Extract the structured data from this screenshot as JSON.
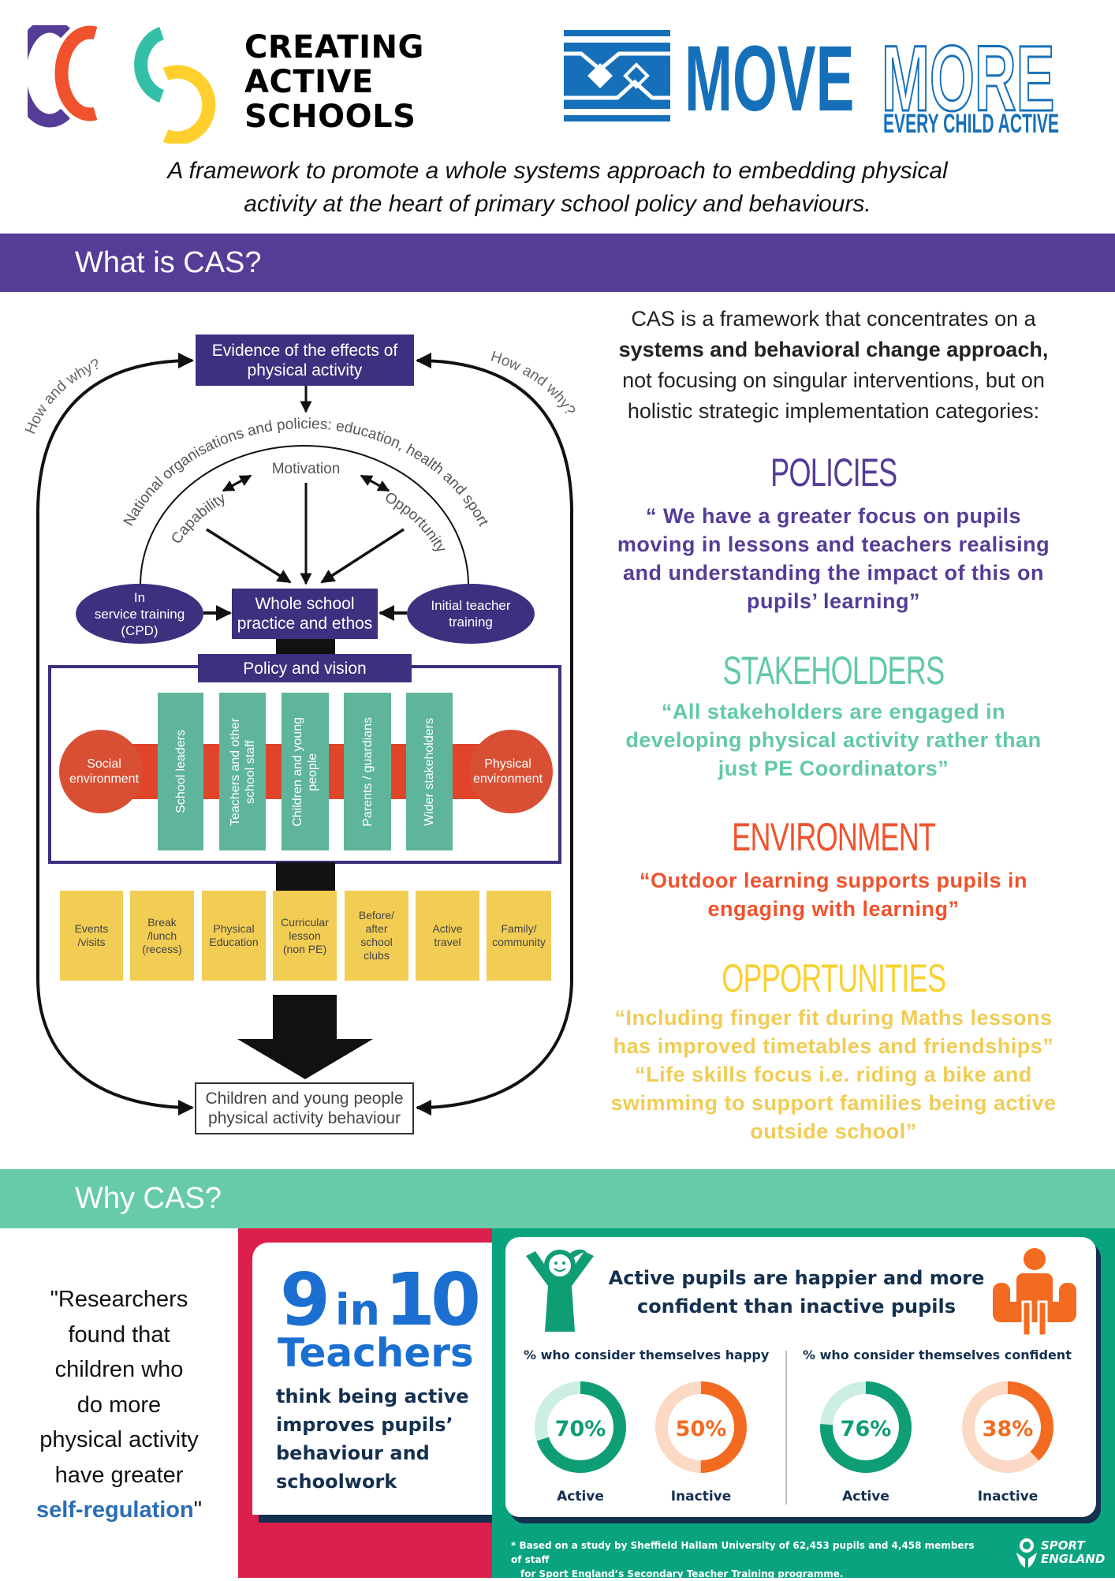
{
  "header": {
    "cas_logo_lines": [
      "CREATING",
      "ACTIVE",
      "SCHOOLS"
    ],
    "move_more": {
      "word1": "MOVE",
      "word2": "MORE",
      "tagline": "EVERY CHILD ACTIVE"
    },
    "subtitle_lines": [
      "A framework to promote a whole systems approach to embedding physical",
      "activity at the heart of primary school policy and behaviours."
    ]
  },
  "what_section": {
    "title": "What is CAS?",
    "color": "#553c96",
    "intro_lines": [
      "CAS is a framework that concentrates on a",
      "systems and behavioral change approach,",
      "not focusing on singular interventions, but on",
      "holistic strategic implementation categories:"
    ],
    "categories": [
      {
        "heading": "POLICIES",
        "color": "#553c96",
        "quote_lines": [
          "“ We have a greater focus on pupils",
          "moving in lessons and teachers realising",
          "and understanding the impact of this on",
          "pupils’ learning”"
        ]
      },
      {
        "heading": "STAKEHOLDERS",
        "color": "#62c9a5",
        "quote_lines": [
          "“All stakeholders are engaged in",
          "developing physical activity rather than",
          "just PE Coordinators”"
        ]
      },
      {
        "heading": "ENVIRONMENT",
        "color": "#f0522d",
        "quote_lines": [
          "“Outdoor learning supports pupils in",
          "engaging with learning”"
        ]
      },
      {
        "heading": "OPPORTUNITIES",
        "color": "#f8d12f",
        "quote_color": "#f0cc55",
        "quote_lines": [
          "“Including finger fit during Maths lessons",
          "has improved timetables and friendships”",
          "“Life skills focus i.e. riding a bike and",
          "swimming to support families being active",
          "outside school”"
        ]
      }
    ]
  },
  "diagram": {
    "evidence": "Evidence of the effects of\nphysical activity",
    "how_why": "How and why?",
    "arc_text": "National organisations and policies: education, health and sport",
    "capability": "Capability",
    "motivation": "Motivation",
    "opportunity": "Opportunity",
    "in_service": "In\nservice training\n(CPD)",
    "whole_school": "Whole school\npractice and ethos",
    "initial_teacher": "Initial teacher\ntraining",
    "policy": "Policy and vision",
    "social_env": "Social\nenvironment",
    "physical_env": "Physical\nenvironment",
    "stakeholders": [
      "School leaders",
      "Teachers and other\nschool staff",
      "Children and young\npeople",
      "Parents / guardians",
      "Wider stakeholders"
    ],
    "settings": [
      "Events\n/visits",
      "Break\n/lunch\n(recess)",
      "Physical\nEducation",
      "Curricular\nlesson\n(non PE)",
      "Before/\nafter\nschool\nclubs",
      "Active\ntravel",
      "Family/\ncommunity"
    ],
    "outcome": "Children and young people\nphysical activity behaviour"
  },
  "why_section": {
    "title": "Why CAS?",
    "color": "#67cba9",
    "quote_lines": [
      "\"Researchers",
      "found that",
      "children who",
      "do more",
      "physical activity",
      "have greater"
    ],
    "quote_highlight": "self-regulation",
    "quote_end": "\"",
    "stat": {
      "big1": "9",
      "big_in": "in",
      "big2": "10",
      "teachers": "Teachers",
      "body_lines": [
        "think being active",
        "improves pupils’",
        "behaviour and",
        "schoolwork"
      ]
    },
    "wellbeing": {
      "title_lines": [
        "Active pupils are happier and more",
        "confident than inactive pupils"
      ],
      "groups": [
        {
          "label": "% who consider themselves happy",
          "donuts": [
            {
              "value": 70,
              "label": "Active",
              "kind": "active"
            },
            {
              "value": 50,
              "label": "Inactive",
              "kind": "inactive"
            }
          ]
        },
        {
          "label": "% who consider themselves confident",
          "donuts": [
            {
              "value": 76,
              "label": "Active",
              "kind": "active"
            },
            {
              "value": 38,
              "label": "Inactive",
              "kind": "inactive"
            }
          ]
        }
      ],
      "footnote_lines": [
        "*  Based on a study by Sheffield Hallam University of 62,453 pupils and 4,458 members of staff",
        "for Sport England’s Secondary Teacher Training programme."
      ],
      "logo_lines": [
        "SPORT",
        "ENGLAND"
      ],
      "colors": {
        "active": "#0f9d76",
        "active_light": "#cdeee2",
        "inactive": "#f26b21",
        "inactive_light": "#fbd9c4"
      }
    }
  }
}
